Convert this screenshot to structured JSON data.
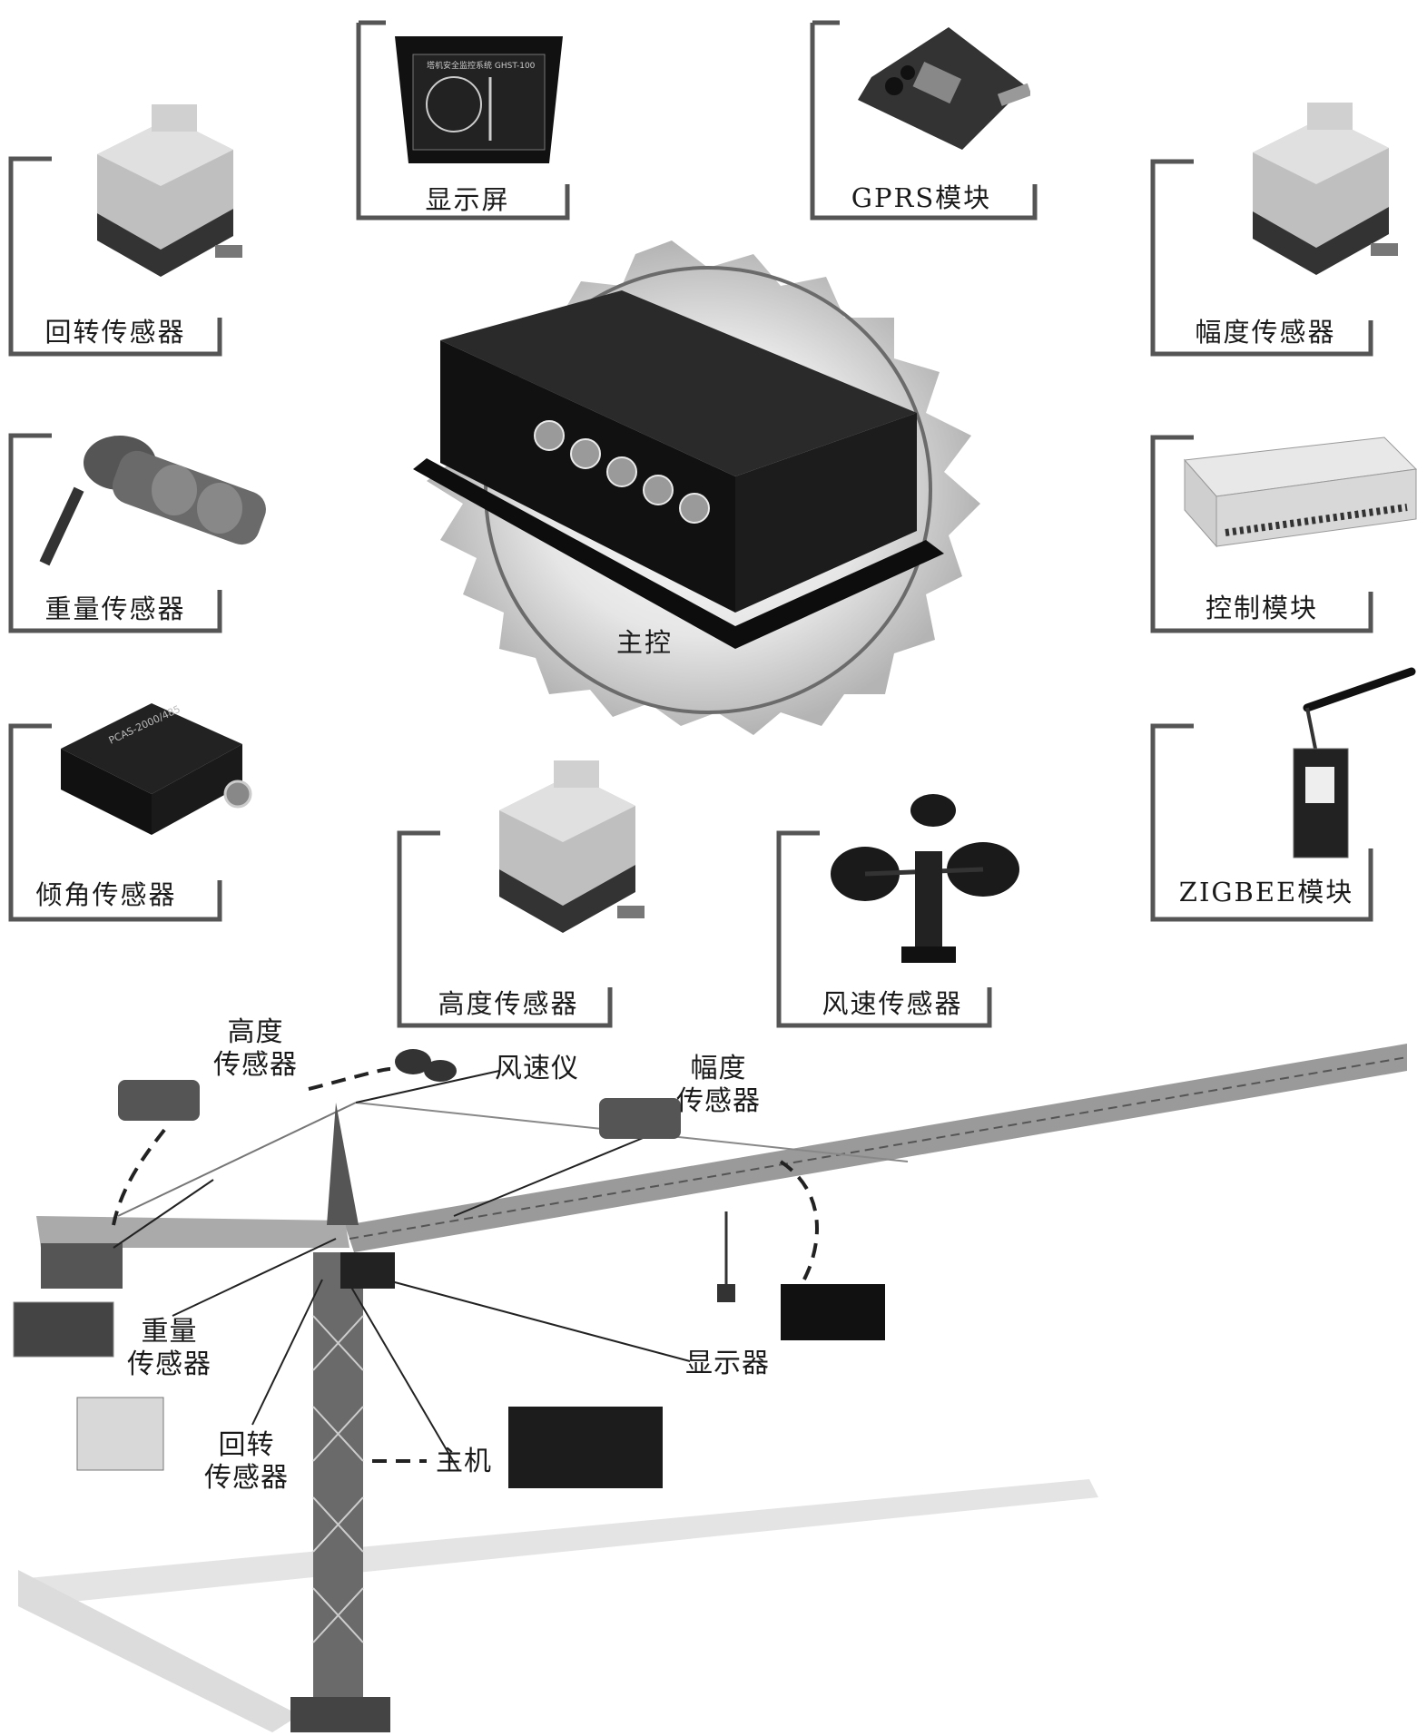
{
  "components": {
    "main": "主控",
    "display": "显示屏",
    "gprs": "GPRS模块",
    "slewing": "回转传感器",
    "amplitude": "幅度传感器",
    "weight": "重量传感器",
    "control": "控制模块",
    "tilt": "倾角传感器",
    "zigbee": "ZIGBEE模块",
    "height": "高度传感器",
    "wind": "风速传感器"
  },
  "crane_labels": {
    "height_1": "高度",
    "height_2": "传感器",
    "anemometer": "风速仪",
    "amplitude_1": "幅度",
    "amplitude_2": "传感器",
    "weight_1": "重量",
    "weight_2": "传感器",
    "slewing_1": "回转",
    "slewing_2": "传感器",
    "display": "显示器",
    "host": "主机"
  },
  "device_markings": {
    "display_screen_title": "塔机安全监控系统 GHST-100",
    "tilt_sensor_model": "PCAS-2000/485"
  }
}
